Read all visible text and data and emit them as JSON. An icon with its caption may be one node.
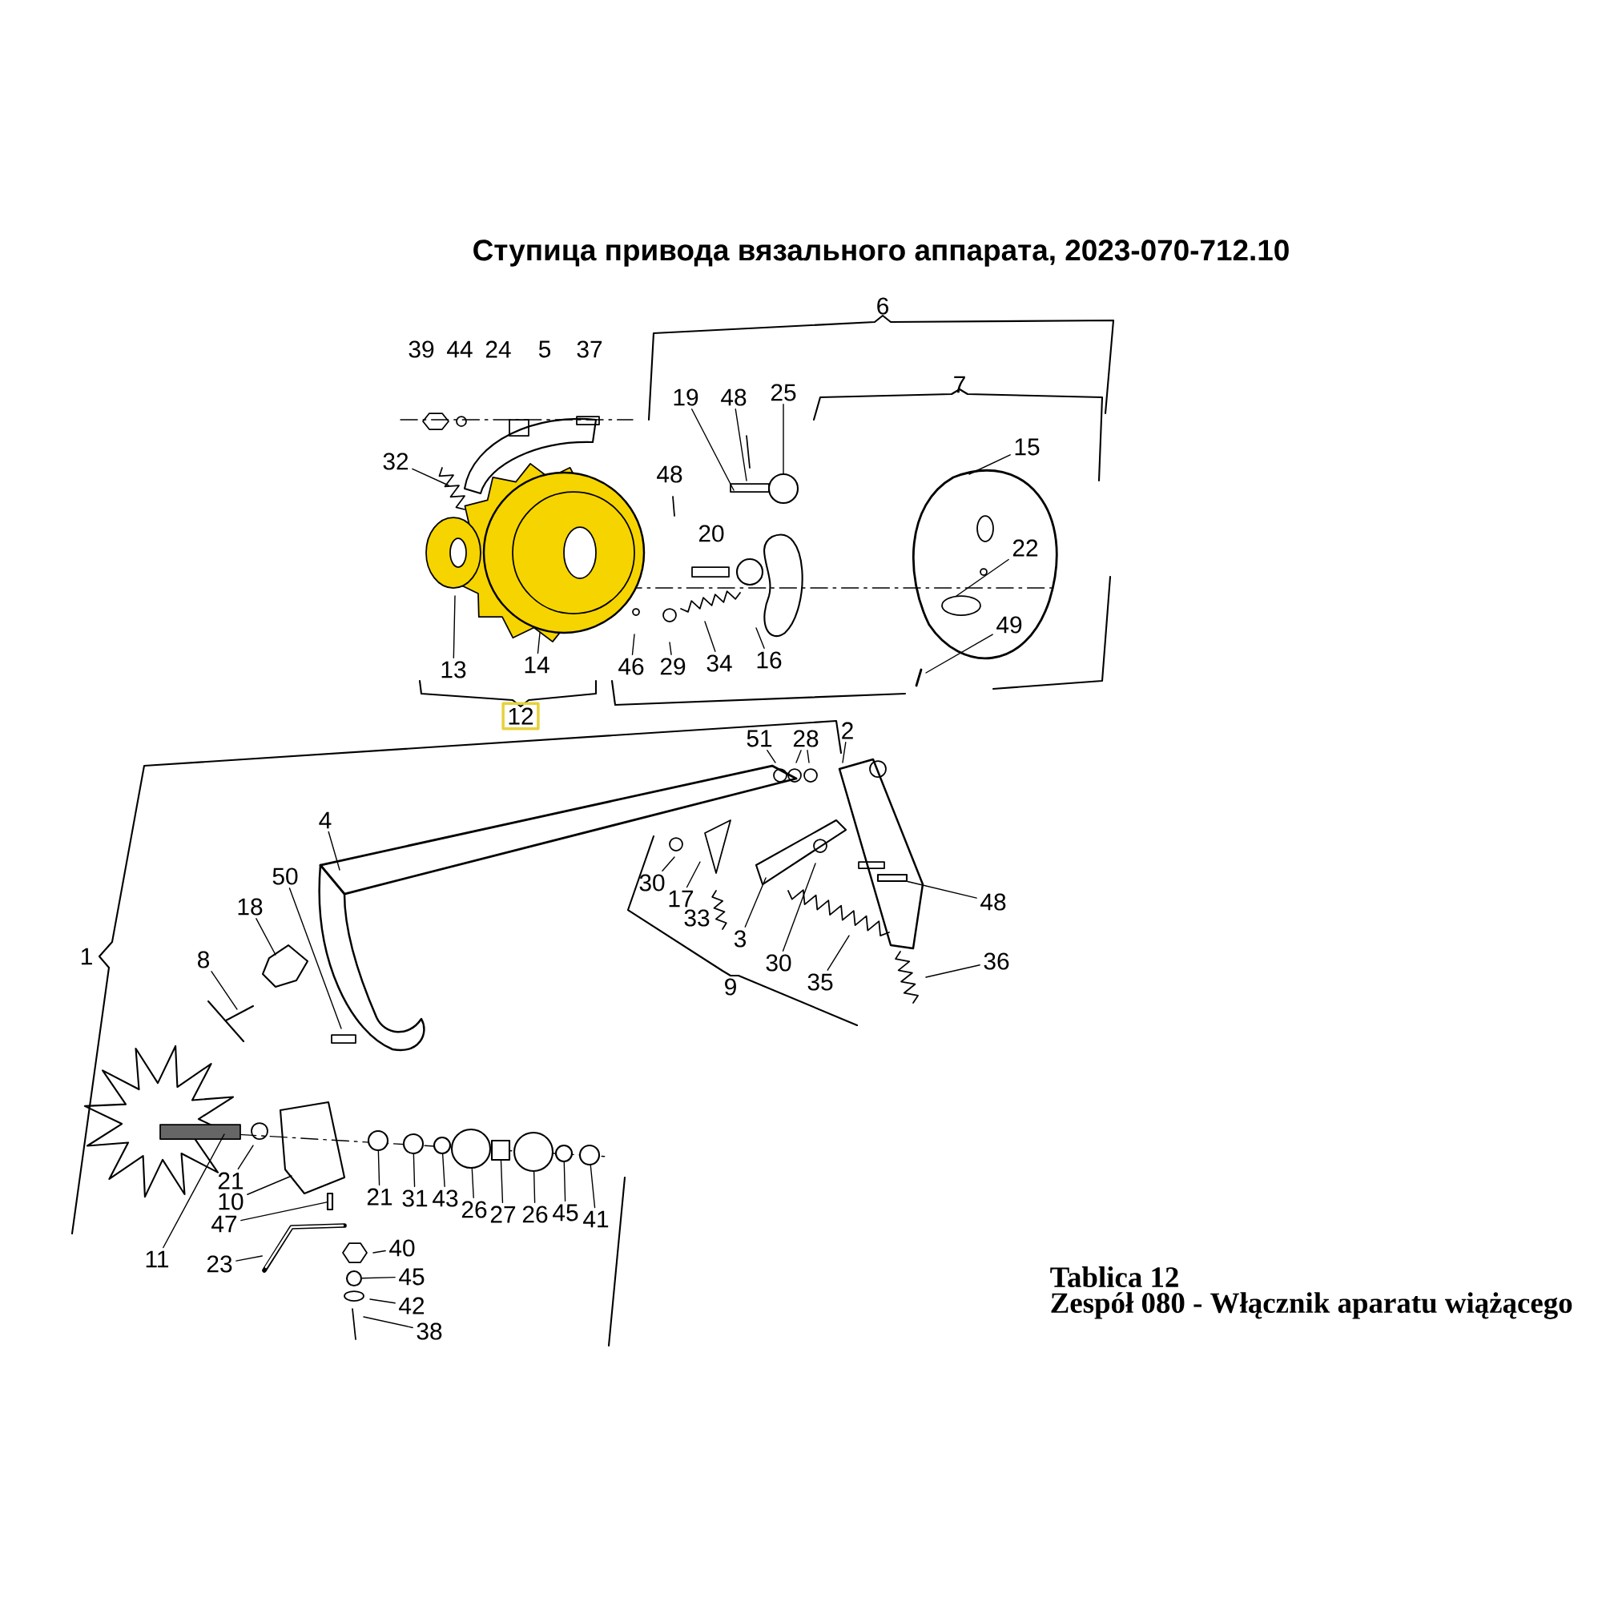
{
  "diagram": {
    "title": "Ступица привода вязального аппарата, 2023-070-712.10",
    "nodes": [
      {
        "text": [
          "32"
        ]
      },
      {
        "text": [
          "13"
        ]
      },
      {
        "text": [
          "14"
        ]
      },
      {
        "text": [
          "12"
        ]
      },
      {
        "text": [
          "19"
        ]
      },
      {
        "text": [
          "48"
        ]
      },
      {
        "text": [
          "25"
        ]
      },
      {
        "text": [
          "15"
        ]
      },
      {
        "text": [
          "22"
        ]
      },
      {
        "text": [
          "49"
        ]
      },
      {
        "text": [
          "46"
        ]
      },
      {
        "text": [
          "29"
        ]
      },
      {
        "text": [
          "34"
        ]
      },
      {
        "text": [
          "16"
        ]
      },
      {
        "text": [
          "51"
        ]
      },
      {
        "text": [
          "28"
        ]
      },
      {
        "text": [
          "2"
        ]
      },
      {
        "text": [
          "4"
        ]
      },
      {
        "text": [
          "50"
        ]
      },
      {
        "text": [
          "18"
        ]
      },
      {
        "text": [
          "8"
        ]
      },
      {
        "text": [
          "30"
        ]
      },
      {
        "text": [
          "17"
        ]
      },
      {
        "text": [
          "3"
        ]
      },
      {
        "text": [
          "30"
        ]
      },
      {
        "text": [
          "35"
        ]
      },
      {
        "text": [
          "48"
        ]
      },
      {
        "text": [
          "36"
        ]
      },
      {
        "text": [
          "21"
        ]
      },
      {
        "text": [
          "10"
        ]
      },
      {
        "text": [
          "47"
        ]
      },
      {
        "text": [
          "11"
        ]
      },
      {
        "text": [
          "23"
        ]
      },
      {
        "text": [
          "21"
        ]
      },
      {
        "text": [
          "31"
        ]
      },
      {
        "text": [
          "43"
        ]
      },
      {
        "text": [
          "26"
        ]
      },
      {
        "text": [
          "27"
        ]
      },
      {
        "text": [
          "26"
        ]
      },
      {
        "text": [
          "45"
        ]
      },
      {
        "text": [
          "41"
        ]
      },
      {
        "text": [
          "40"
        ]
      },
      {
        "text": [
          "45"
        ]
      },
      {
        "text": [
          "42"
        ]
      },
      {
        "text": [
          "38"
        ]
      },
      {
        "text": [],
        "shape": "picture"
      },
      {
        "text": [],
        "shape": "circle"
      },
      {
        "text": [],
        "shape": "circle"
      },
      {
        "text": [],
        "shape": "circle"
      },
      {
        "text": [],
        "shape": "circle"
      },
      {
        "text": [],
        "shape": "box"
      },
      {
        "text": [],
        "shape": "circle"
      },
      {
        "text": [],
        "shape": "circle"
      },
      {
        "text": [],
        "shape": "circle"
      },
      {
        "text": [],
        "shape": "bar"
      },
      {
        "text": [],
        "shape": "circle"
      },
      {
        "text": [],
        "shape": "bar"
      },
      {
        "text": [],
        "shape": "circle"
      }
    ],
    "edges": [
      {
        "from": 0,
        "to": null,
        "arrow": "none"
      },
      {
        "from": 1,
        "to": null,
        "arrow": "none"
      },
      {
        "from": 2,
        "to": null,
        "arrow": "none"
      },
      {
        "from": 4,
        "to": null,
        "arrow": "none"
      },
      {
        "from": 5,
        "to": null,
        "arrow": "none"
      },
      {
        "from": 6,
        "to": 57,
        "arrow": "none"
      },
      {
        "from": 7,
        "to": null,
        "arrow": "none"
      },
      {
        "from": 8,
        "to": null,
        "arrow": "none"
      },
      {
        "from": 9,
        "to": null,
        "arrow": "none"
      },
      {
        "from": 10,
        "to": null,
        "arrow": "none"
      },
      {
        "from": 11,
        "to": null,
        "arrow": "none"
      },
      {
        "from": 12,
        "to": null,
        "arrow": "none"
      },
      {
        "from": 13,
        "to": null,
        "arrow": "none"
      },
      {
        "from": 14,
        "to": null,
        "arrow": "none"
      },
      {
        "from": 15,
        "to": null,
        "arrow": "none"
      },
      {
        "from": 15,
        "to": null,
        "arrow": "none"
      },
      {
        "from": 16,
        "to": null,
        "arrow": "none"
      },
      {
        "from": 17,
        "to": null,
        "arrow": "none"
      },
      {
        "from": 18,
        "to": null,
        "arrow": "none"
      },
      {
        "from": 19,
        "to": null,
        "arrow": "none"
      },
      {
        "from": 20,
        "to": null,
        "arrow": "none"
      },
      {
        "from": 21,
        "to": null,
        "arrow": "none"
      },
      {
        "from": 22,
        "to": null,
        "arrow": "none"
      },
      {
        "from": 23,
        "to": null,
        "arrow": "none"
      },
      {
        "from": 24,
        "to": null,
        "arrow": "none"
      },
      {
        "from": 25,
        "to": null,
        "arrow": "none"
      },
      {
        "from": 26,
        "to": 56,
        "arrow": "none"
      },
      {
        "from": 27,
        "to": null,
        "arrow": "none"
      },
      {
        "from": 28,
        "to": null,
        "arrow": "none"
      },
      {
        "from": 29,
        "to": null,
        "arrow": "none"
      },
      {
        "from": 30,
        "to": 54,
        "arrow": "none"
      },
      {
        "from": 31,
        "to": null,
        "arrow": "none"
      },
      {
        "from": 32,
        "to": 45,
        "arrow": "none"
      },
      {
        "from": 33,
        "to": 46,
        "arrow": "none"
      },
      {
        "from": 34,
        "to": 47,
        "arrow": "none"
      },
      {
        "from": 35,
        "to": 48,
        "arrow": "none"
      },
      {
        "from": 36,
        "to": 49,
        "arrow": "none"
      },
      {
        "from": 37,
        "to": 50,
        "arrow": "none"
      },
      {
        "from": 38,
        "to": 51,
        "arrow": "none"
      },
      {
        "from": 39,
        "to": 52,
        "arrow": "none"
      },
      {
        "from": 40,
        "to": 53,
        "arrow": "none"
      },
      {
        "from": 41,
        "to": null,
        "arrow": "none"
      },
      {
        "from": 42,
        "to": 55,
        "arrow": "none"
      },
      {
        "from": 43,
        "to": null,
        "arrow": "none"
      },
      {
        "from": 44,
        "to": null,
        "arrow": "none"
      }
    ],
    "labels": [
      "39",
      "44",
      "24",
      "5",
      "37",
      "48",
      "20",
      "6",
      "7",
      "1",
      "9",
      "33",
      "Tablica 12",
      "Zespół 080 - Włącznik aparatu wiążącego"
    ]
  }
}
